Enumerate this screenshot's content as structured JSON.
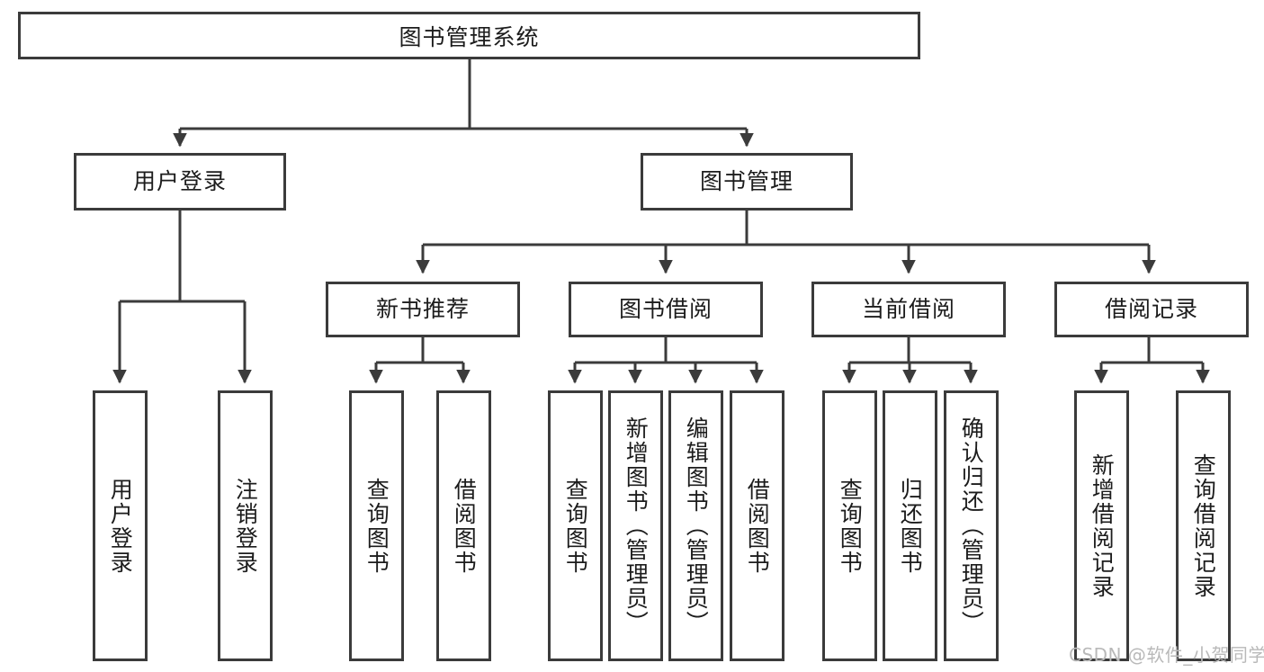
{
  "diagram": {
    "title": "图书管理系统",
    "type": "tree-hierarchy",
    "root": {
      "label": "图书管理系统"
    },
    "level2": [
      {
        "label": "用户登录"
      },
      {
        "label": "图书管理"
      }
    ],
    "level3": [
      {
        "label": "新书推荐"
      },
      {
        "label": "图书借阅"
      },
      {
        "label": "当前借阅"
      },
      {
        "label": "借阅记录"
      }
    ],
    "leaves": {
      "user_login": [
        {
          "label": "用户登录"
        },
        {
          "label": "注销登录"
        }
      ],
      "new_book_recommend": [
        {
          "label": "查询图书"
        },
        {
          "label": "借阅图书"
        }
      ],
      "book_borrow": [
        {
          "label": "查询图书"
        },
        {
          "label": "新增图书（管理员）"
        },
        {
          "label": "编辑图书（管理员）"
        },
        {
          "label": "借阅图书"
        }
      ],
      "current_borrow": [
        {
          "label": "查询图书"
        },
        {
          "label": "归还图书"
        },
        {
          "label": "确认归还（管理员）"
        }
      ],
      "borrow_record": [
        {
          "label": "新增借阅记录"
        },
        {
          "label": "查询借阅记录"
        }
      ]
    }
  },
  "watermark": {
    "text": "CSDN @软件_小贺同学"
  },
  "colors": {
    "box_border": "#3b3b3b",
    "box_fill": "#ffffff",
    "text": "#1c1c1c",
    "edge": "#3b3b3b",
    "watermark": "#b9b9b9",
    "background": "#ffffff"
  }
}
